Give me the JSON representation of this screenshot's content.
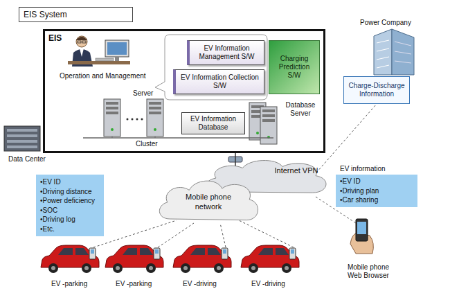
{
  "diagram": {
    "title": "EIS System",
    "nodes": [
      {
        "text": [
          "EIS"
        ]
      },
      {
        "text": [
          "EV Information Management S/W"
        ],
        "in": 0
      },
      {
        "text": [
          "EV Information Collection S/W"
        ],
        "in": 0
      },
      {
        "text": [
          "Charging Prediction S/W"
        ],
        "in": 0
      },
      {
        "text": [
          "EV Information Database"
        ],
        "in": 0
      },
      {
        "text": [
          "Charge-Discharge Information"
        ]
      },
      {
        "text": [
          "Internet VPN"
        ]
      },
      {
        "text": [
          "Mobile phone network"
        ]
      },
      {
        "text": [
          "•EV ID",
          "•Driving distance",
          "•Power deficiency",
          "•SOC",
          "•Driving log",
          "•Etc."
        ]
      },
      {
        "text": [
          "EV information",
          "•EV ID",
          "•Driving plan",
          "•Car sharing"
        ]
      }
    ],
    "edges": [
      {
        "from": 0,
        "to": 6,
        "arrow": "none"
      },
      {
        "from": 6,
        "to": 5,
        "arrow": "none"
      }
    ],
    "labels": [
      "Operation and Management",
      "Server",
      "Database Server",
      "Cluster",
      "Data Center",
      "Power Company",
      "EV -parking",
      "EV -parking",
      "EV -driving",
      "EV -driving",
      "Mobile phone Web Browser"
    ]
  }
}
